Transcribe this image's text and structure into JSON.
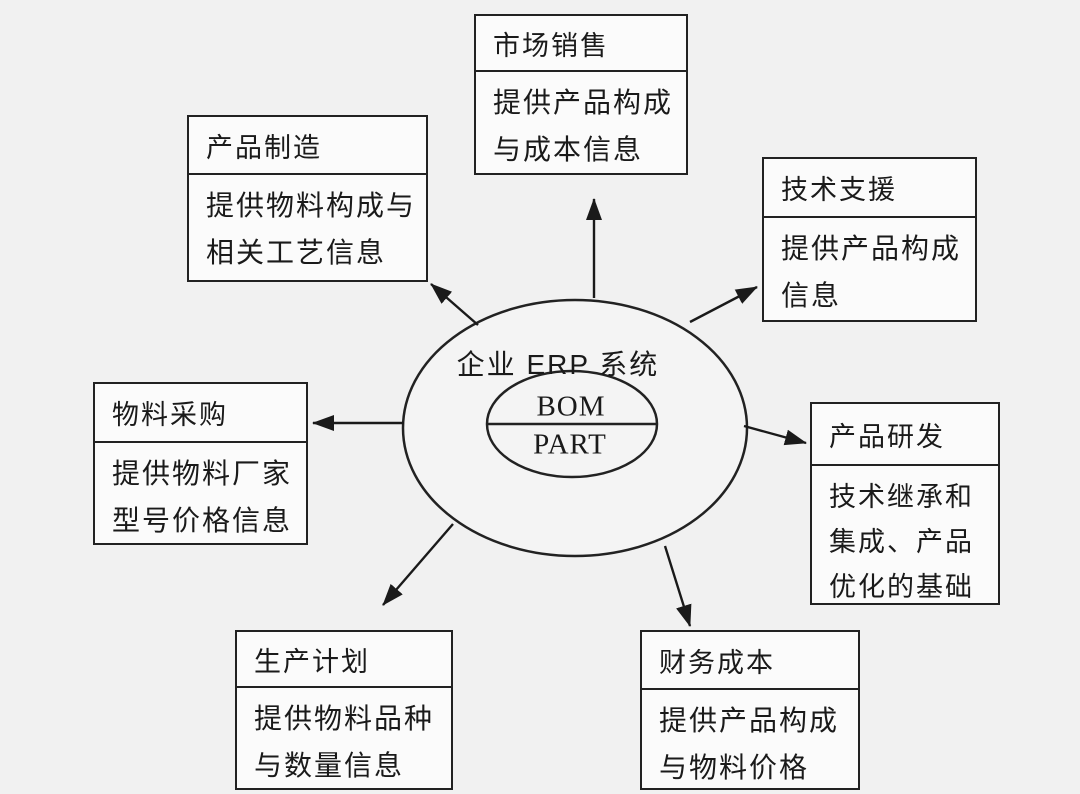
{
  "diagram": {
    "center": {
      "title": "企业 ERP 系统",
      "inner_top": "BOM",
      "inner_bottom": "PART"
    },
    "boxes": [
      {
        "id": "market-sales",
        "title": "市场销售",
        "lines": [
          "提供产品构成",
          "与成本信息"
        ]
      },
      {
        "id": "product-manufacturing",
        "title": "产品制造",
        "lines": [
          "提供物料构成与",
          "相关工艺信息"
        ]
      },
      {
        "id": "tech-support",
        "title": "技术支援",
        "lines": [
          "提供产品构成",
          "信息"
        ]
      },
      {
        "id": "material-procurement",
        "title": "物料采购",
        "lines": [
          "提供物料厂家",
          "型号价格信息"
        ]
      },
      {
        "id": "product-rd",
        "title": "产品研发",
        "lines": [
          "技术继承和",
          "集成、产品",
          "优化的基础"
        ]
      },
      {
        "id": "production-planning",
        "title": "生产计划",
        "lines": [
          "提供物料品种",
          "与数量信息"
        ]
      },
      {
        "id": "finance-cost",
        "title": "财务成本",
        "lines": [
          "提供产品构成",
          "与物料价格"
        ]
      }
    ],
    "colors": {
      "background": "#f1f1f1",
      "box_fill": "#fbfbfb",
      "stroke": "#222222",
      "text": "#1a1a1a"
    }
  }
}
